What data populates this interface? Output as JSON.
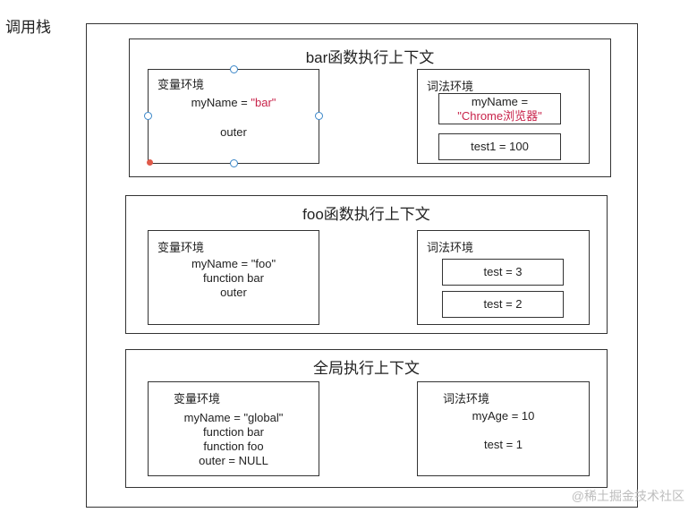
{
  "stack_label": "调用栈",
  "bar_ctx": {
    "title": "bar函数执行上下文",
    "var_env": {
      "title": "变量环境",
      "name_key": "myName = ",
      "name_val": "\"bar\"",
      "line2": "outer"
    },
    "lex_env": {
      "title": "词法环境",
      "cell1_key": "myName =",
      "cell1_val": "\"Chrome浏览器\"",
      "cell2": "test1 = 100"
    }
  },
  "foo_ctx": {
    "title": "foo函数执行上下文",
    "var_env": {
      "title": "变量环境",
      "line1": "myName = \"foo\"",
      "line2": "function bar",
      "line3": "outer"
    },
    "lex_env": {
      "title": "词法环境",
      "cell1": "test = 3",
      "cell2": "test = 2"
    }
  },
  "global_ctx": {
    "title": "全局执行上下文",
    "var_env": {
      "title": "变量环境",
      "line1": "myName = \"global\"",
      "line2": "function bar",
      "line3": "function foo",
      "line4": "outer = NULL"
    },
    "lex_env": {
      "title": "词法环境",
      "line1": "myAge = 10",
      "line2": "test = 1"
    }
  },
  "watermark": "@稀土掘金技术社区"
}
